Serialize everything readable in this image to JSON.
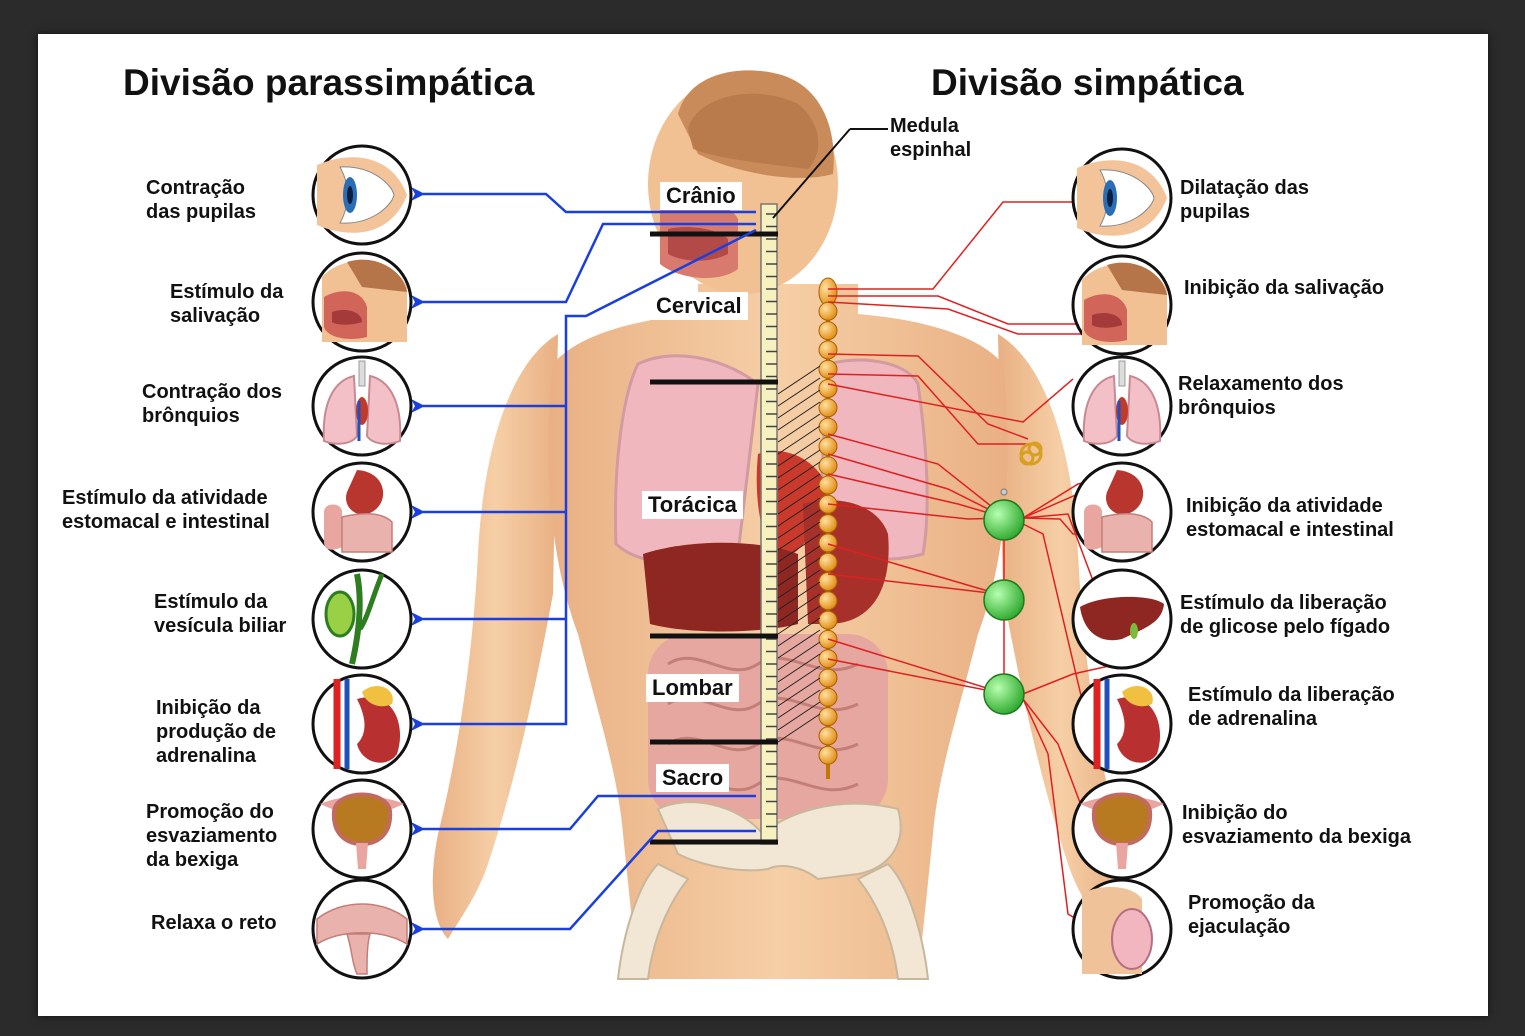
{
  "titles": {
    "parasympathetic": "Divisão parassimpática",
    "sympathetic": "Divisão simpática"
  },
  "spinal_cord_label": "Medula\nespinhal",
  "regions": [
    "Crânio",
    "Cervical",
    "Torácica",
    "Lombar",
    "Sacro"
  ],
  "parasympathetic_effects": [
    {
      "text": "Contração\ndas pupilas",
      "icon": "eye-icon"
    },
    {
      "text": "Estímulo da\nsalivação",
      "icon": "head-salivary-icon"
    },
    {
      "text": "Contração dos\nbrônquios",
      "icon": "lungs-icon"
    },
    {
      "text": "Estímulo da atividade\nestomacal e intestinal",
      "icon": "stomach-intestine-icon"
    },
    {
      "text": "Estímulo da\nvesícula biliar",
      "icon": "gallbladder-icon"
    },
    {
      "text": "Inibição da\nprodução de\nadrenalina",
      "icon": "adrenal-kidney-icon"
    },
    {
      "text": "Promoção do\nesvaziamento\nda bexiga",
      "icon": "bladder-icon"
    },
    {
      "text": "Relaxa o reto",
      "icon": "rectum-icon"
    }
  ],
  "sympathetic_effects": [
    {
      "text": "Dilatação das\npupilas",
      "icon": "eye-icon"
    },
    {
      "text": "Inibição da salivação",
      "icon": "head-salivary-icon"
    },
    {
      "text": "Relaxamento dos\nbrônquios",
      "icon": "lungs-icon"
    },
    {
      "text": "Inibição da atividade\nestomacal e intestinal",
      "icon": "stomach-intestine-icon"
    },
    {
      "text": "Estímulo da liberação\nde glicose pelo fígado",
      "icon": "liver-icon"
    },
    {
      "text": "Estímulo da liberação\nde adrenalina",
      "icon": "adrenal-kidney-icon"
    },
    {
      "text": "Inibição do\nesvaziamento da bexiga",
      "icon": "bladder-icon"
    },
    {
      "text": "Promoção da\nejaculação",
      "icon": "testis-icon"
    }
  ],
  "colors": {
    "parasympathetic_nerve": "#1a3fe0",
    "sympathetic_nerve": "#e02020",
    "ganglion": "#f0a020",
    "prevertebral_ganglion": "#3ec83e",
    "skin": "#f3c49a",
    "panel_background": "#ffffff",
    "frame": "#2b2b2b"
  }
}
